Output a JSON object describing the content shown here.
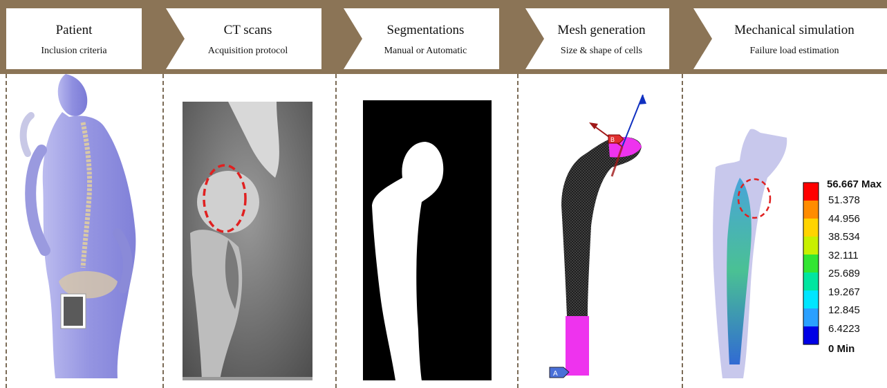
{
  "steps": [
    {
      "title": "Patient",
      "subtitle": "Inclusion criteria"
    },
    {
      "title": "CT scans",
      "subtitle": "Acquisition protocol"
    },
    {
      "title": "Segmentations",
      "subtitle": "Manual or Automatic"
    },
    {
      "title": "Mesh generation",
      "subtitle": "Size & shape of cells"
    },
    {
      "title": "Mechanical simulation",
      "subtitle": "Failure load estimation"
    }
  ],
  "mesh": {
    "marker_a": "A",
    "marker_b": "B"
  },
  "legend": {
    "max_label": "56.667 Max",
    "min_label": "0 Min",
    "levels": [
      "51.378",
      "44.956",
      "38.534",
      "32.111",
      "25.689",
      "19.267",
      "12.845",
      "6.4223"
    ],
    "colors": [
      "#ff0000",
      "#ff8c00",
      "#ffd400",
      "#c8f000",
      "#32e632",
      "#00e6a0",
      "#00e6ff",
      "#2aa0ff",
      "#0000e6"
    ]
  },
  "colors": {
    "arrow_band": "#8b7456",
    "accent_dashed": "#e02020",
    "mesh_fixture": "#ee33ee"
  }
}
